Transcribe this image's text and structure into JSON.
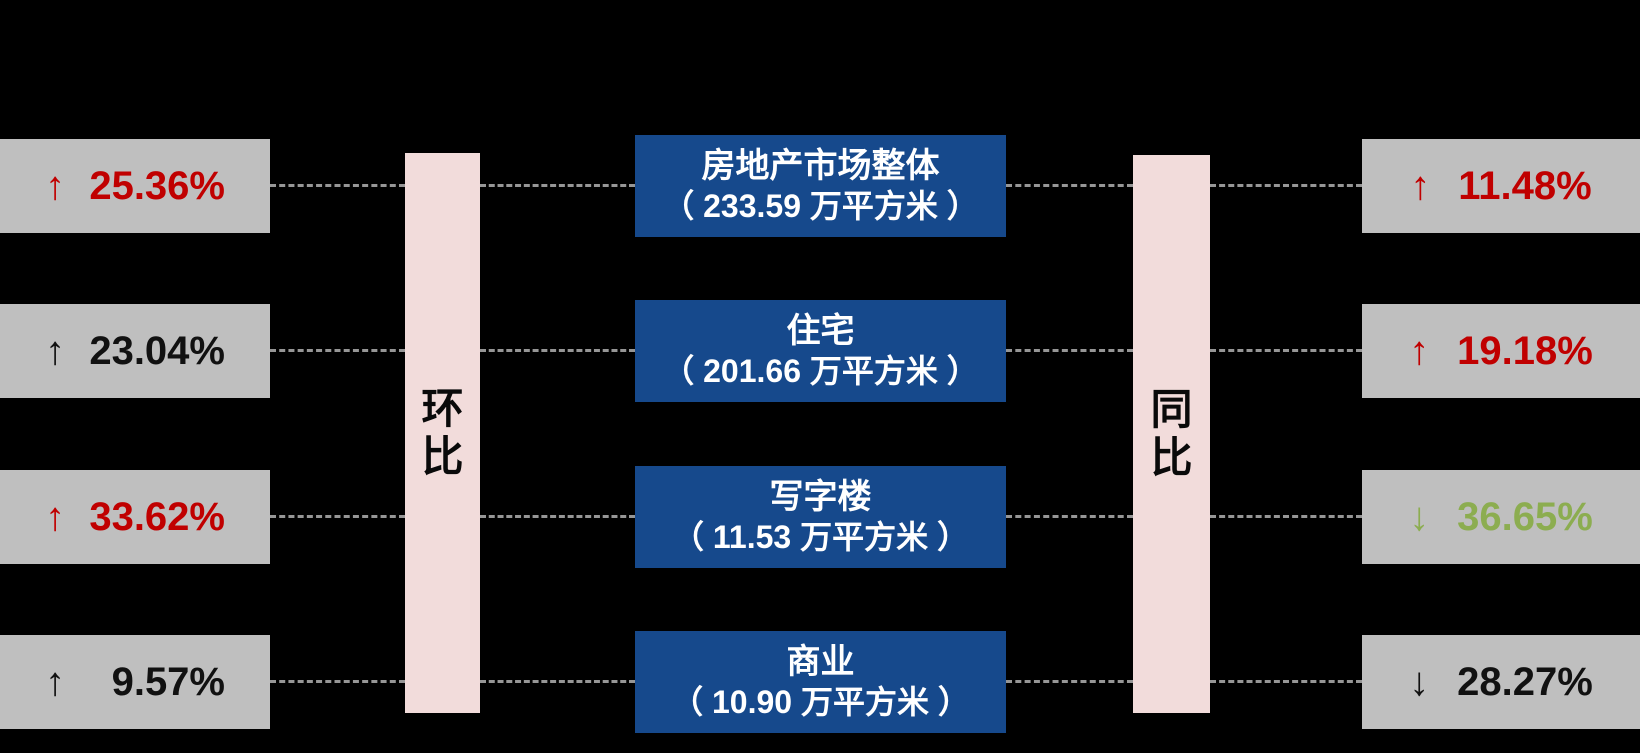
{
  "colors": {
    "background": "#000000",
    "gray_box": "#BFBFBF",
    "blue_box": "#16498C",
    "pink_bar": "#F2DCDB",
    "up_red": "#C00000",
    "down_green": "#8CAD50",
    "neutral_black": "#111111",
    "dash_gray": "#969696"
  },
  "left_bar": {
    "label": "环比"
  },
  "right_bar": {
    "label": "同比"
  },
  "rows": [
    {
      "category": "房地产市场整体",
      "area": "（ 233.59 万平方米 ）",
      "mom": {
        "arrow": "↑",
        "value": "25.36%",
        "color": "#C00000"
      },
      "yoy": {
        "arrow": "↑",
        "value": "11.48%",
        "color": "#C00000"
      }
    },
    {
      "category": "住宅",
      "area": "（ 201.66 万平方米 ）",
      "mom": {
        "arrow": "↑",
        "value": "23.04%",
        "color": "#111111"
      },
      "yoy": {
        "arrow": "↑",
        "value": "19.18%",
        "color": "#C00000"
      }
    },
    {
      "category": "写字楼",
      "area": "（ 11.53 万平方米 ）",
      "mom": {
        "arrow": "↑",
        "value": "33.62%",
        "color": "#C00000"
      },
      "yoy": {
        "arrow": "↓",
        "value": "36.65%",
        "color": "#8CAD50"
      }
    },
    {
      "category": "商业",
      "area": "（ 10.90 万平方米 ）",
      "mom": {
        "arrow": "↑",
        "value": "9.57%",
        "color": "#111111"
      },
      "yoy": {
        "arrow": "↓",
        "value": "28.27%",
        "color": "#111111"
      }
    }
  ]
}
